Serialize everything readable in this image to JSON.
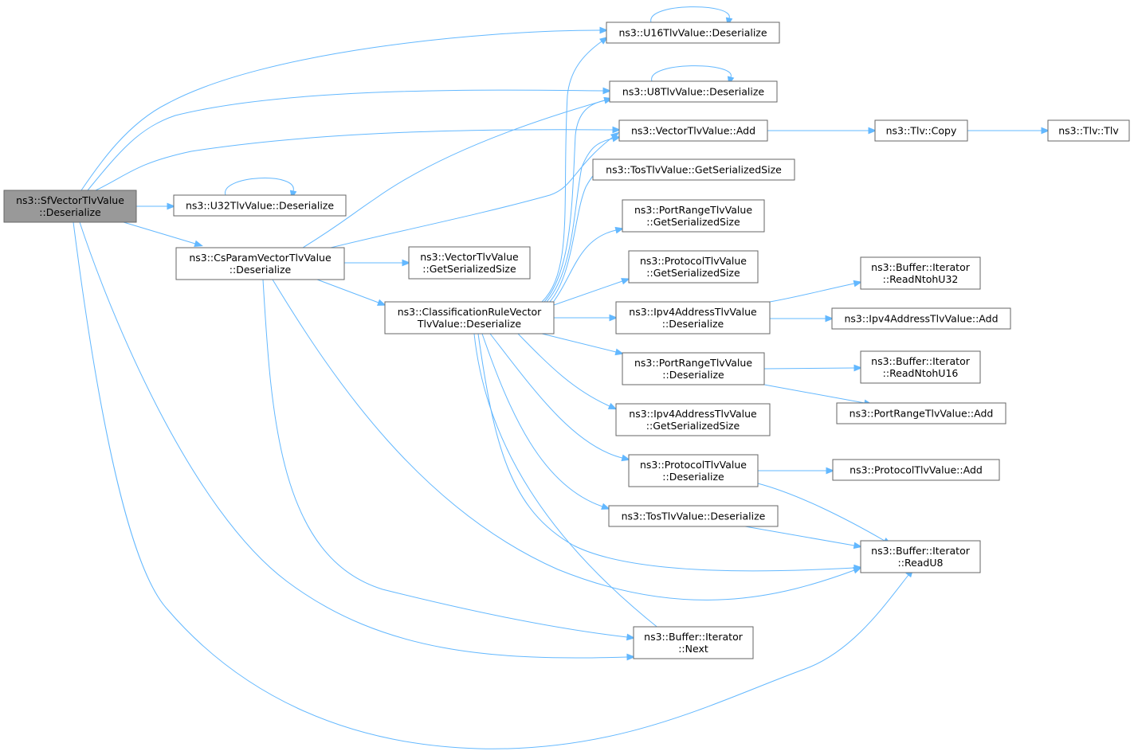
{
  "diagram": {
    "nodes": [
      {
        "id": "root",
        "lines": [
          "ns3::SfVectorTlvValue",
          "::Deserialize"
        ],
        "root": true
      },
      {
        "id": "u32",
        "lines": [
          "ns3::U32TlvValue::Deserialize"
        ]
      },
      {
        "id": "csparam",
        "lines": [
          "ns3::CsParamVectorTlvValue",
          "::Deserialize"
        ]
      },
      {
        "id": "u16",
        "lines": [
          "ns3::U16TlvValue::Deserialize"
        ]
      },
      {
        "id": "u8",
        "lines": [
          "ns3::U8TlvValue::Deserialize"
        ]
      },
      {
        "id": "vadd",
        "lines": [
          "ns3::VectorTlvValue::Add"
        ]
      },
      {
        "id": "tossz",
        "lines": [
          "ns3::TosTlvValue::GetSerializedSize"
        ]
      },
      {
        "id": "prsz",
        "lines": [
          "ns3::PortRangeTlvValue",
          "::GetSerializedSize"
        ]
      },
      {
        "id": "protsz",
        "lines": [
          "ns3::ProtocolTlvValue",
          "::GetSerializedSize"
        ]
      },
      {
        "id": "vsz",
        "lines": [
          "ns3::VectorTlvValue",
          "::GetSerializedSize"
        ]
      },
      {
        "id": "class",
        "lines": [
          "ns3::ClassificationRuleVector",
          "TlvValue::Deserialize"
        ]
      },
      {
        "id": "ipv4d",
        "lines": [
          "ns3::Ipv4AddressTlvValue",
          "::Deserialize"
        ]
      },
      {
        "id": "prd",
        "lines": [
          "ns3::PortRangeTlvValue",
          "::Deserialize"
        ]
      },
      {
        "id": "ipv4sz",
        "lines": [
          "ns3::Ipv4AddressTlvValue",
          "::GetSerializedSize"
        ]
      },
      {
        "id": "protd",
        "lines": [
          "ns3::ProtocolTlvValue",
          "::Deserialize"
        ]
      },
      {
        "id": "tosd",
        "lines": [
          "ns3::TosTlvValue::Deserialize"
        ]
      },
      {
        "id": "next",
        "lines": [
          "ns3::Buffer::Iterator",
          "::Next"
        ]
      },
      {
        "id": "copy",
        "lines": [
          "ns3::Tlv::Copy"
        ]
      },
      {
        "id": "tlv",
        "lines": [
          "ns3::Tlv::Tlv"
        ]
      },
      {
        "id": "rn32",
        "lines": [
          "ns3::Buffer::Iterator",
          "::ReadNtohU32"
        ]
      },
      {
        "id": "ipv4add",
        "lines": [
          "ns3::Ipv4AddressTlvValue::Add"
        ]
      },
      {
        "id": "rn16",
        "lines": [
          "ns3::Buffer::Iterator",
          "::ReadNtohU16"
        ]
      },
      {
        "id": "pradd",
        "lines": [
          "ns3::PortRangeTlvValue::Add"
        ]
      },
      {
        "id": "protadd",
        "lines": [
          "ns3::ProtocolTlvValue::Add"
        ]
      },
      {
        "id": "ru8",
        "lines": [
          "ns3::Buffer::Iterator",
          "::ReadU8"
        ]
      }
    ],
    "edges": [
      {
        "from": "root",
        "to": "u16"
      },
      {
        "from": "root",
        "to": "u8"
      },
      {
        "from": "root",
        "to": "vadd"
      },
      {
        "from": "root",
        "to": "u32"
      },
      {
        "from": "root",
        "to": "csparam"
      },
      {
        "from": "root",
        "to": "next"
      },
      {
        "from": "root",
        "to": "ru8"
      },
      {
        "from": "u32",
        "to": "u32"
      },
      {
        "from": "u16",
        "to": "u16"
      },
      {
        "from": "u8",
        "to": "u8"
      },
      {
        "from": "csparam",
        "to": "u8"
      },
      {
        "from": "csparam",
        "to": "vadd"
      },
      {
        "from": "csparam",
        "to": "vsz"
      },
      {
        "from": "csparam",
        "to": "class"
      },
      {
        "from": "csparam",
        "to": "next"
      },
      {
        "from": "csparam",
        "to": "ru8"
      },
      {
        "from": "class",
        "to": "u16"
      },
      {
        "from": "class",
        "to": "u8"
      },
      {
        "from": "class",
        "to": "vadd"
      },
      {
        "from": "class",
        "to": "tossz"
      },
      {
        "from": "class",
        "to": "prsz"
      },
      {
        "from": "class",
        "to": "protsz"
      },
      {
        "from": "class",
        "to": "ipv4d"
      },
      {
        "from": "class",
        "to": "prd"
      },
      {
        "from": "class",
        "to": "ipv4sz"
      },
      {
        "from": "class",
        "to": "protd"
      },
      {
        "from": "class",
        "to": "tosd"
      },
      {
        "from": "class",
        "to": "ru8"
      },
      {
        "from": "class",
        "to": "next"
      },
      {
        "from": "vadd",
        "to": "copy"
      },
      {
        "from": "copy",
        "to": "tlv"
      },
      {
        "from": "ipv4d",
        "to": "rn32"
      },
      {
        "from": "ipv4d",
        "to": "ipv4add"
      },
      {
        "from": "prd",
        "to": "rn16"
      },
      {
        "from": "prd",
        "to": "pradd"
      },
      {
        "from": "protd",
        "to": "protadd"
      },
      {
        "from": "protd",
        "to": "ru8"
      },
      {
        "from": "tosd",
        "to": "ru8"
      }
    ]
  }
}
